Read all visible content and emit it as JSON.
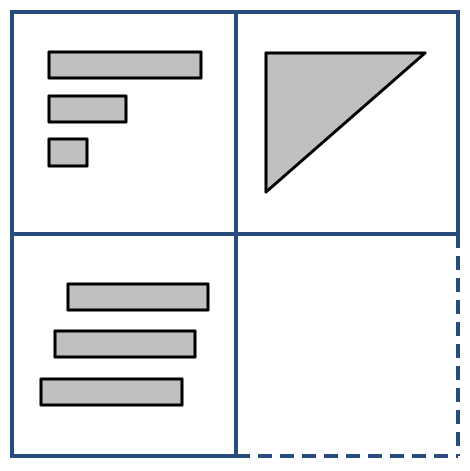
{
  "colors": {
    "frame": "#274d7e",
    "shape_fill": "#c0c0c0",
    "shape_stroke": "#000000",
    "background": "#ffffff"
  },
  "panels": {
    "top_left": {
      "content": "bars-left-aligned-decreasing",
      "bars": 3
    },
    "top_right": {
      "content": "right-triangle"
    },
    "bottom_left": {
      "content": "bars-staggered",
      "bars": 3
    },
    "bottom_right": {
      "content": "empty",
      "border": "dashed-right-and-bottom"
    }
  }
}
